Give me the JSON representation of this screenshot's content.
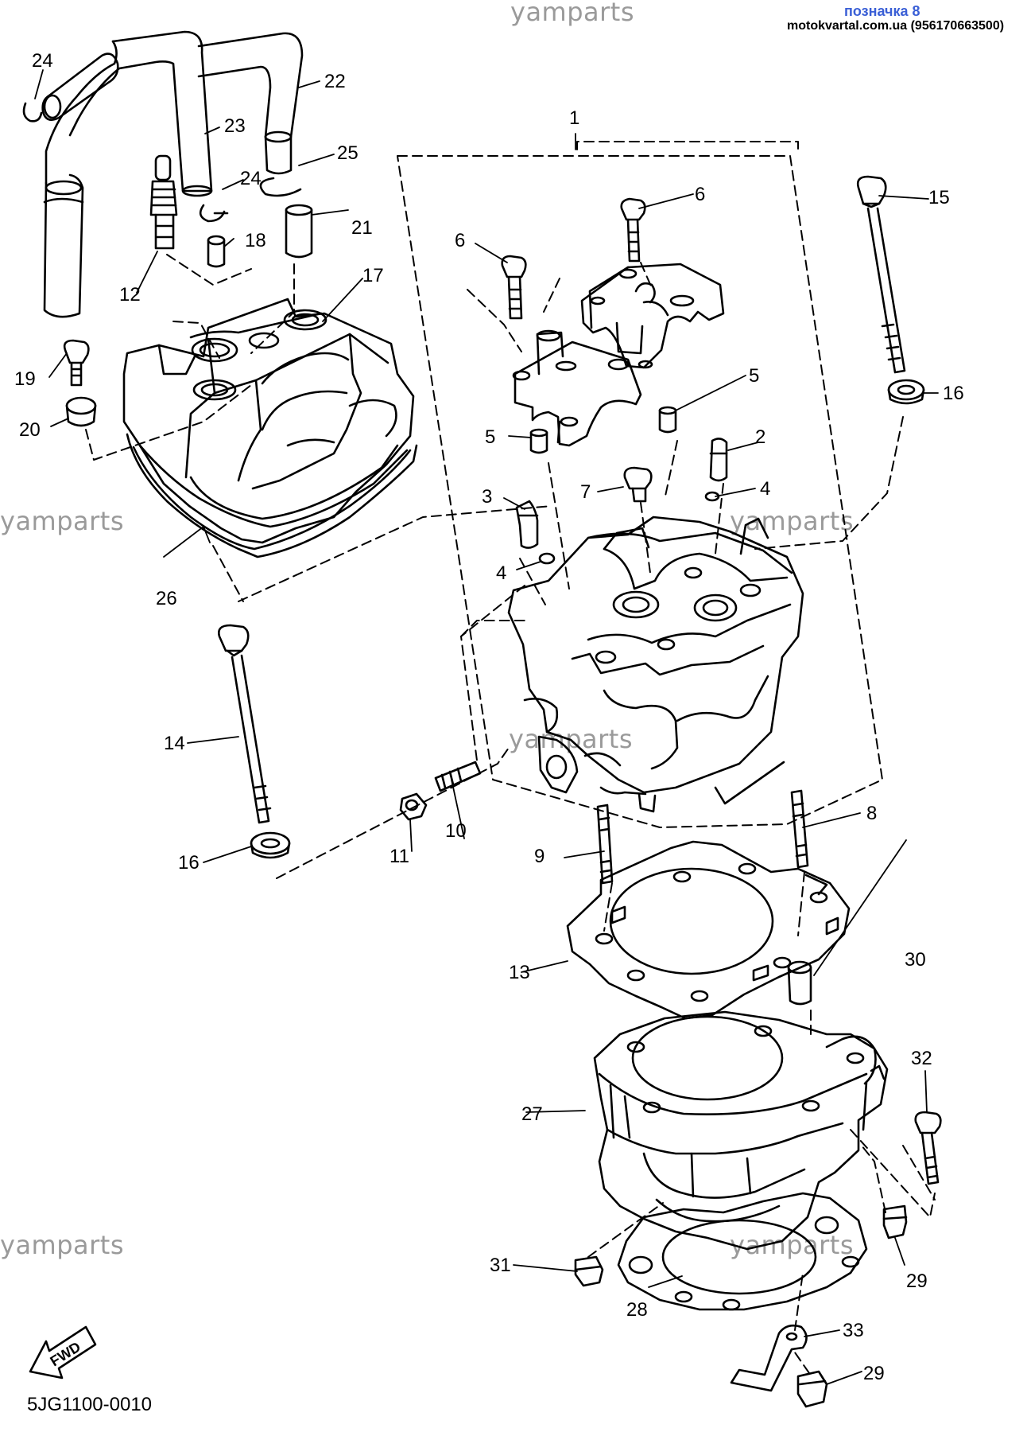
{
  "header": {
    "brand_watermark": "yamparts",
    "link_label": "позначка 8",
    "source_line": "motokvartal.com.ua (956170663500)"
  },
  "watermarks": [
    "yamparts",
    "yamparts",
    "yamparts",
    "yamparts",
    "yamparts",
    "yamparts"
  ],
  "fwd_label": "FWD",
  "diagram_code": "5JG1100-0010",
  "callouts": [
    "1",
    "2",
    "3",
    "4",
    "4",
    "5",
    "5",
    "6",
    "6",
    "7",
    "8",
    "9",
    "10",
    "11",
    "12",
    "13",
    "14",
    "15",
    "16",
    "16",
    "17",
    "18",
    "19",
    "20",
    "21",
    "22",
    "23",
    "24",
    "24",
    "25",
    "26",
    "27",
    "28",
    "29",
    "29",
    "30",
    "31",
    "32",
    "33"
  ]
}
